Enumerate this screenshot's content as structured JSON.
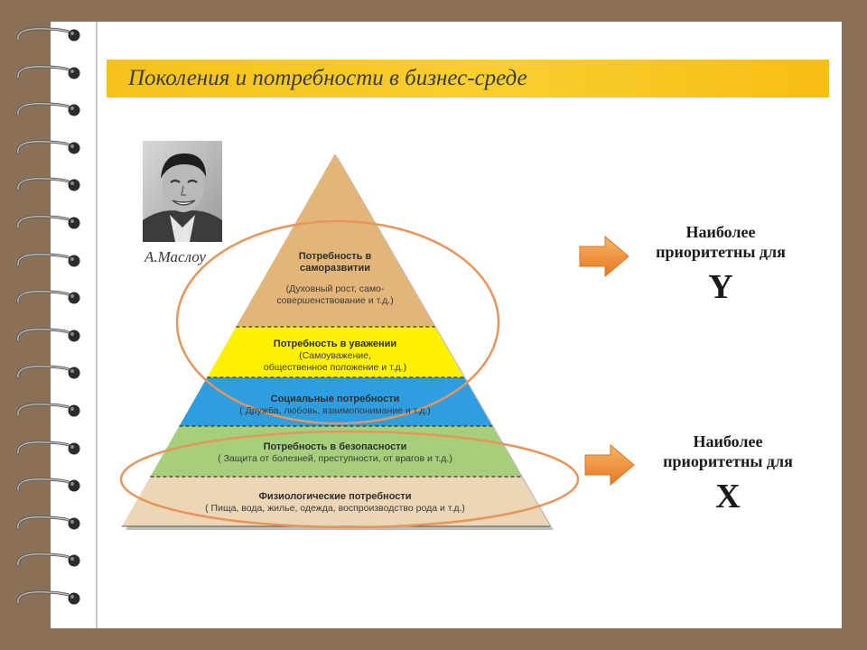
{
  "slide": {
    "title": "Поколения и потребности в бизнес-среде"
  },
  "portrait": {
    "caption": "А.Маслоу"
  },
  "pyramid": {
    "tiers": [
      {
        "title_lines": [
          "Потребность в",
          "саморазвитии"
        ],
        "desc_lines": [
          "(Духовный рост, само-",
          "совершенствование и т.д.)"
        ],
        "color": "#e3b579"
      },
      {
        "title_lines": [
          "Потребность в уважении"
        ],
        "desc_lines": [
          "(Самоуважение,",
          "общественное положение и т.д.)"
        ],
        "color": "#fff200"
      },
      {
        "title_lines": [
          "Социальные потребности"
        ],
        "desc_lines": [
          "( Дружба, любовь, взаимопонимание и т.д.)"
        ],
        "color": "#2f9ee0"
      },
      {
        "title_lines": [
          "Потребность в безопасности"
        ],
        "desc_lines": [
          "( Защита от болезней, преступности, от врагов и т.д.)"
        ],
        "color": "#a6cf7c"
      },
      {
        "title_lines": [
          "Физиологические потребности"
        ],
        "desc_lines": [
          "( Пища, вода, жилье, одежда, воспроизводство рода и т.д.)"
        ],
        "color": "#ecd6b5"
      }
    ]
  },
  "priorities": [
    {
      "label_lines": [
        "Наиболее",
        "приоритетны для"
      ],
      "letter": "Y"
    },
    {
      "label_lines": [
        "Наиболее",
        "приоритетны для"
      ],
      "letter": "X"
    }
  ],
  "colors": {
    "accent_orange": "#f08a30",
    "ellipse_stroke": "#e8955a",
    "title_bar": "#f6c21a",
    "background": "#8a7057"
  },
  "icons": [
    "spiral-ring-icon",
    "right-arrow-icon"
  ]
}
